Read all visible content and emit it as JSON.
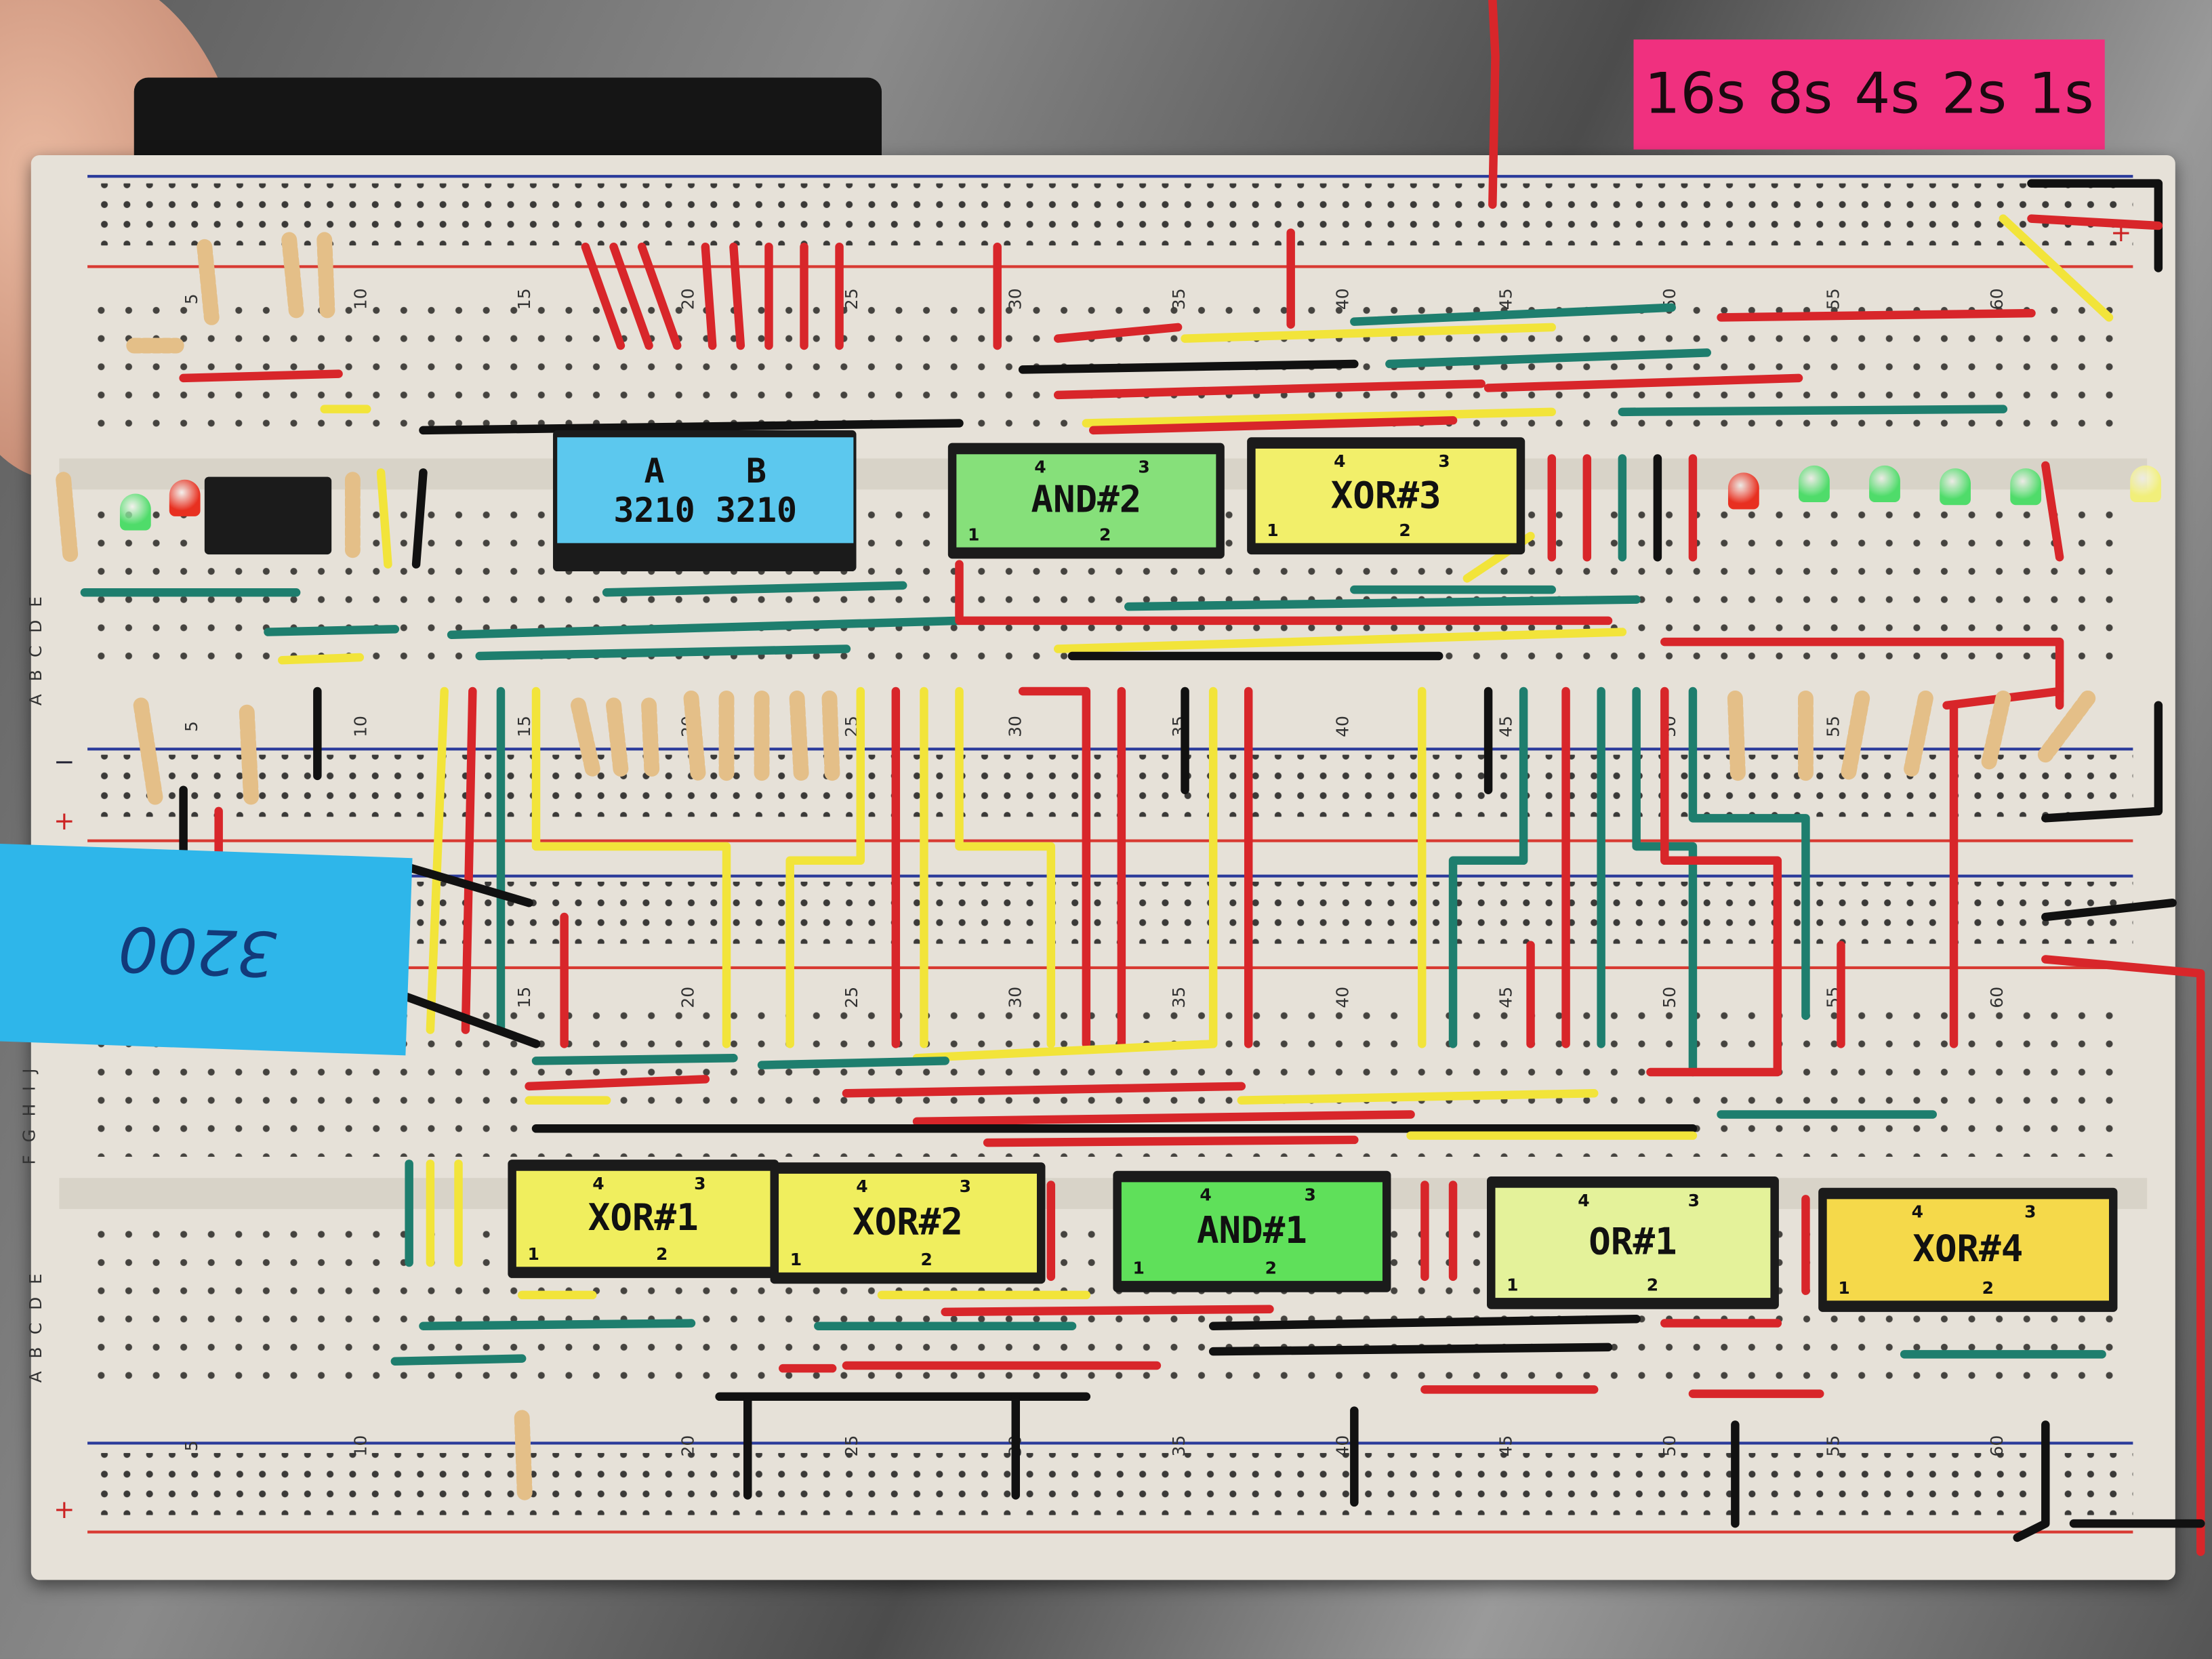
{
  "bit_labels": [
    "16s",
    "8s",
    "4s",
    "2s",
    "1s"
  ],
  "tape_note": "3200",
  "input_switch": {
    "top": "A    B",
    "bottom": "3210 3210"
  },
  "chips_top": [
    {
      "label": "AND#2",
      "pins": [
        "4",
        "3",
        "1",
        "2"
      ],
      "color": "#86e07a"
    },
    {
      "label": "XOR#3",
      "pins": [
        "4",
        "3",
        "1",
        "2"
      ],
      "color": "#f2ef6a"
    }
  ],
  "chips_bottom": [
    {
      "label": "XOR#1",
      "pins": [
        "4",
        "3",
        "1",
        "2"
      ],
      "color": "#f0ee5e"
    },
    {
      "label": "XOR#2",
      "pins": [
        "4",
        "3",
        "1",
        "2"
      ],
      "color": "#f0ee5e"
    },
    {
      "label": "AND#1",
      "pins": [
        "4",
        "3",
        "1",
        "2"
      ],
      "color": "#5fe05a"
    },
    {
      "label": "OR#1",
      "pins": [
        "4",
        "3",
        "1",
        "2"
      ],
      "color": "#e4f29a"
    },
    {
      "label": "XOR#4",
      "pins": [
        "4",
        "3",
        "1",
        "2"
      ],
      "color": "#f5d94a"
    }
  ],
  "column_numbers": [
    "5",
    "10",
    "15",
    "20",
    "25",
    "30",
    "35",
    "40",
    "45",
    "50",
    "55",
    "60"
  ],
  "row_letters": {
    "upper": "ABCDE",
    "lower": "FGHIJ"
  },
  "rail_signs": {
    "plus": "+",
    "minus": "−"
  },
  "colors": {
    "red": "#d8262a",
    "green": "#1e7e6e",
    "yellow": "#f2e43a",
    "black": "#111111",
    "blue_line": "#2a3a9a",
    "red_line": "#d83a32"
  }
}
